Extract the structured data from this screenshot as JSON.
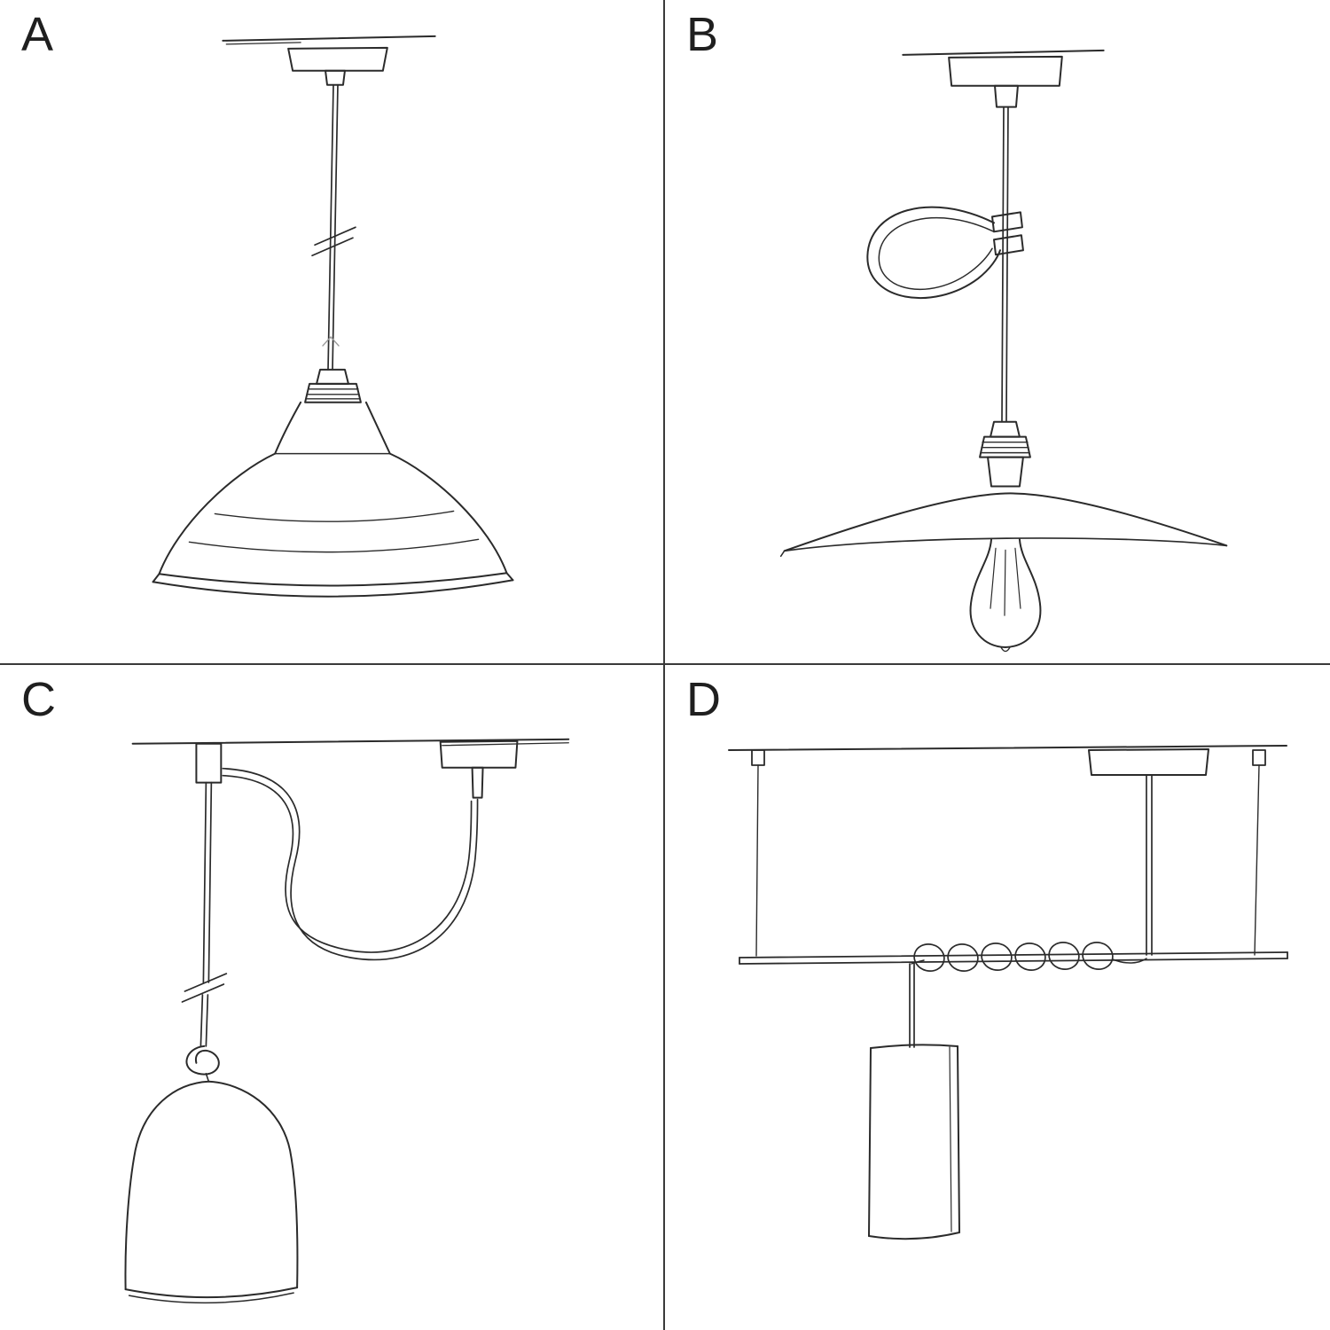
{
  "page": {
    "background": "#ffffff",
    "ink_color": "#2b2b2b",
    "divider_color": "#3a3a3a",
    "label_color": "#1f1f1f"
  },
  "quadrants": [
    {
      "label": "A",
      "sketch": "pendant-cable-with-bowl-shade-sketch"
    },
    {
      "label": "B",
      "sketch": "pendant-with-cable-clip-flat-shade-and-bulb-sketch"
    },
    {
      "label": "C",
      "sketch": "swag-pendant-with-knotted-cable-and-bell-shade-sketch"
    },
    {
      "label": "D",
      "sketch": "suspended-bar-with-coiled-cable-and-cylinder-shade-sketch"
    }
  ]
}
